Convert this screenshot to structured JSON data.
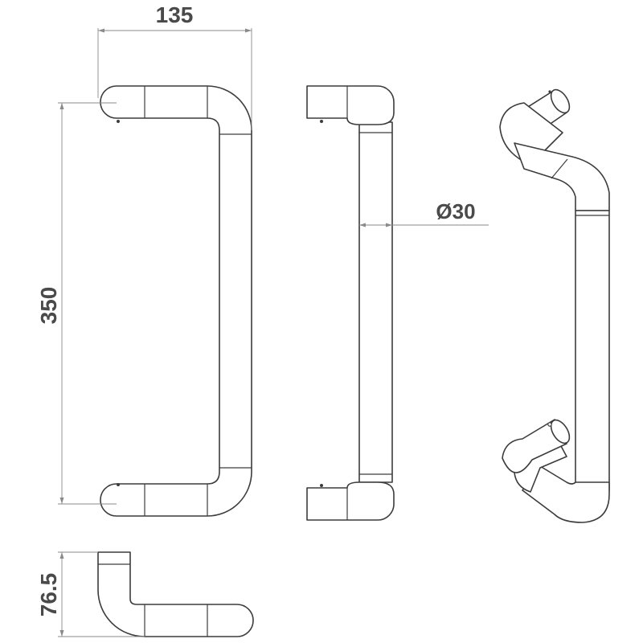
{
  "dimensions": {
    "width": "135",
    "height": "350",
    "diameter": "Ø30",
    "projection": "76.5"
  },
  "colors": {
    "line": "#3c3c3c",
    "dimension_line": "#8a8a8a",
    "dimension_text": "#4a4a4a",
    "background": "#ffffff"
  }
}
